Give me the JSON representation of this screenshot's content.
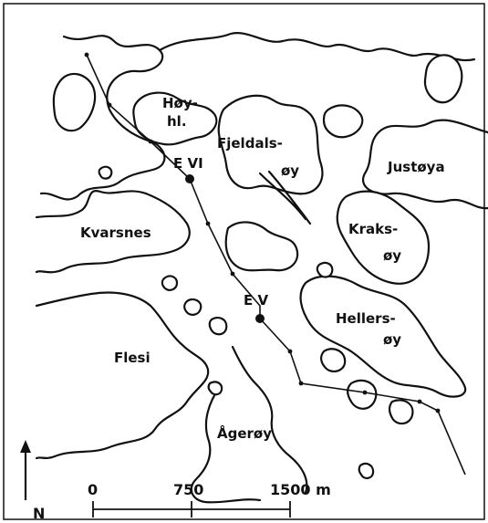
{
  "places": {
    "hoy_line1": "Høy-",
    "hoy_line2": "hl.",
    "fjeldals_line1": "Fjeldals-",
    "fjeldals_line2": "øy",
    "justoya": "Justøya",
    "kvarsnes": "Kvarsnes",
    "kraks_line1": "Kraks-",
    "kraks_line2": "øy",
    "hellers_line1": "Hellers-",
    "hellers_line2": "øy",
    "flesi": "Flesi",
    "ageroy": "Ågerøy"
  },
  "stations": {
    "e6": "E VI",
    "e5": "E V"
  },
  "scale": {
    "tick0": "0",
    "tick1": "750",
    "tick2": "1500 m"
  },
  "north": "N"
}
